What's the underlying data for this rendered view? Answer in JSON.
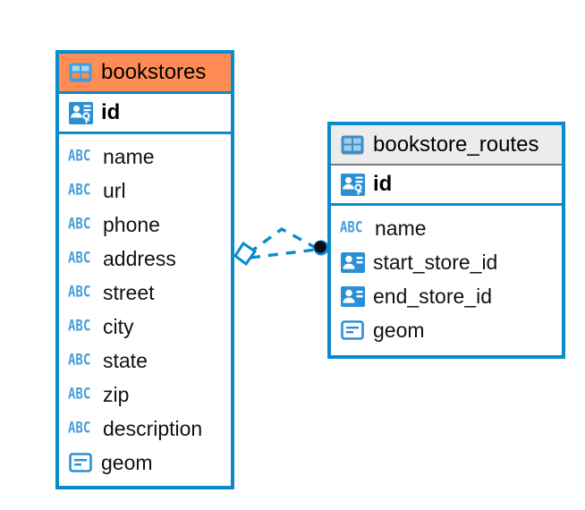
{
  "diagram": {
    "kind": "entity-relationship-diagram",
    "background": "#ffffff",
    "accent_blue": "#0a8ccc",
    "accent_orange": "#ff8c55",
    "header_gray": "#ececec",
    "icon_blue": "#3f9fda",
    "text_color": "#000000"
  },
  "entities": [
    {
      "name": "bookstores",
      "title": "bookstores",
      "header_style": "orange",
      "table_icon": "table-icon",
      "primary_key": {
        "label": "id",
        "icon": "primary-key-icon"
      },
      "fields": [
        {
          "label": "name",
          "icon": "abc-text-icon",
          "type": "text"
        },
        {
          "label": "url",
          "icon": "abc-text-icon",
          "type": "text"
        },
        {
          "label": "phone",
          "icon": "abc-text-icon",
          "type": "text"
        },
        {
          "label": "address",
          "icon": "abc-text-icon",
          "type": "text"
        },
        {
          "label": "street",
          "icon": "abc-text-icon",
          "type": "text"
        },
        {
          "label": "city",
          "icon": "abc-text-icon",
          "type": "text"
        },
        {
          "label": "state",
          "icon": "abc-text-icon",
          "type": "text"
        },
        {
          "label": "zip",
          "icon": "abc-text-icon",
          "type": "text"
        },
        {
          "label": "description",
          "icon": "abc-text-icon",
          "type": "text"
        },
        {
          "label": "geom",
          "icon": "geometry-icon",
          "type": "geometry"
        }
      ]
    },
    {
      "name": "bookstore_routes",
      "title": "bookstore_routes",
      "header_style": "gray",
      "table_icon": "table-icon",
      "primary_key": {
        "label": "id",
        "icon": "primary-key-icon"
      },
      "fields": [
        {
          "label": "name",
          "icon": "abc-text-icon",
          "type": "text"
        },
        {
          "label": "start_store_id",
          "icon": "foreign-key-icon",
          "type": "foreign-key"
        },
        {
          "label": "end_store_id",
          "icon": "foreign-key-icon",
          "type": "foreign-key"
        },
        {
          "label": "geom",
          "icon": "geometry-icon",
          "type": "geometry"
        }
      ]
    }
  ],
  "relationships": [
    {
      "name": "bookstores-to-bookstore-routes",
      "from_entity": "bookstores",
      "to_entity": "bookstore_routes",
      "line_style": "dashed",
      "color": "#0a8ccc",
      "source_marker": "diamond-outline",
      "target_marker": "filled-circle",
      "branches": 2
    }
  ],
  "icon_glyphs": {
    "abc_text": "ABC"
  }
}
